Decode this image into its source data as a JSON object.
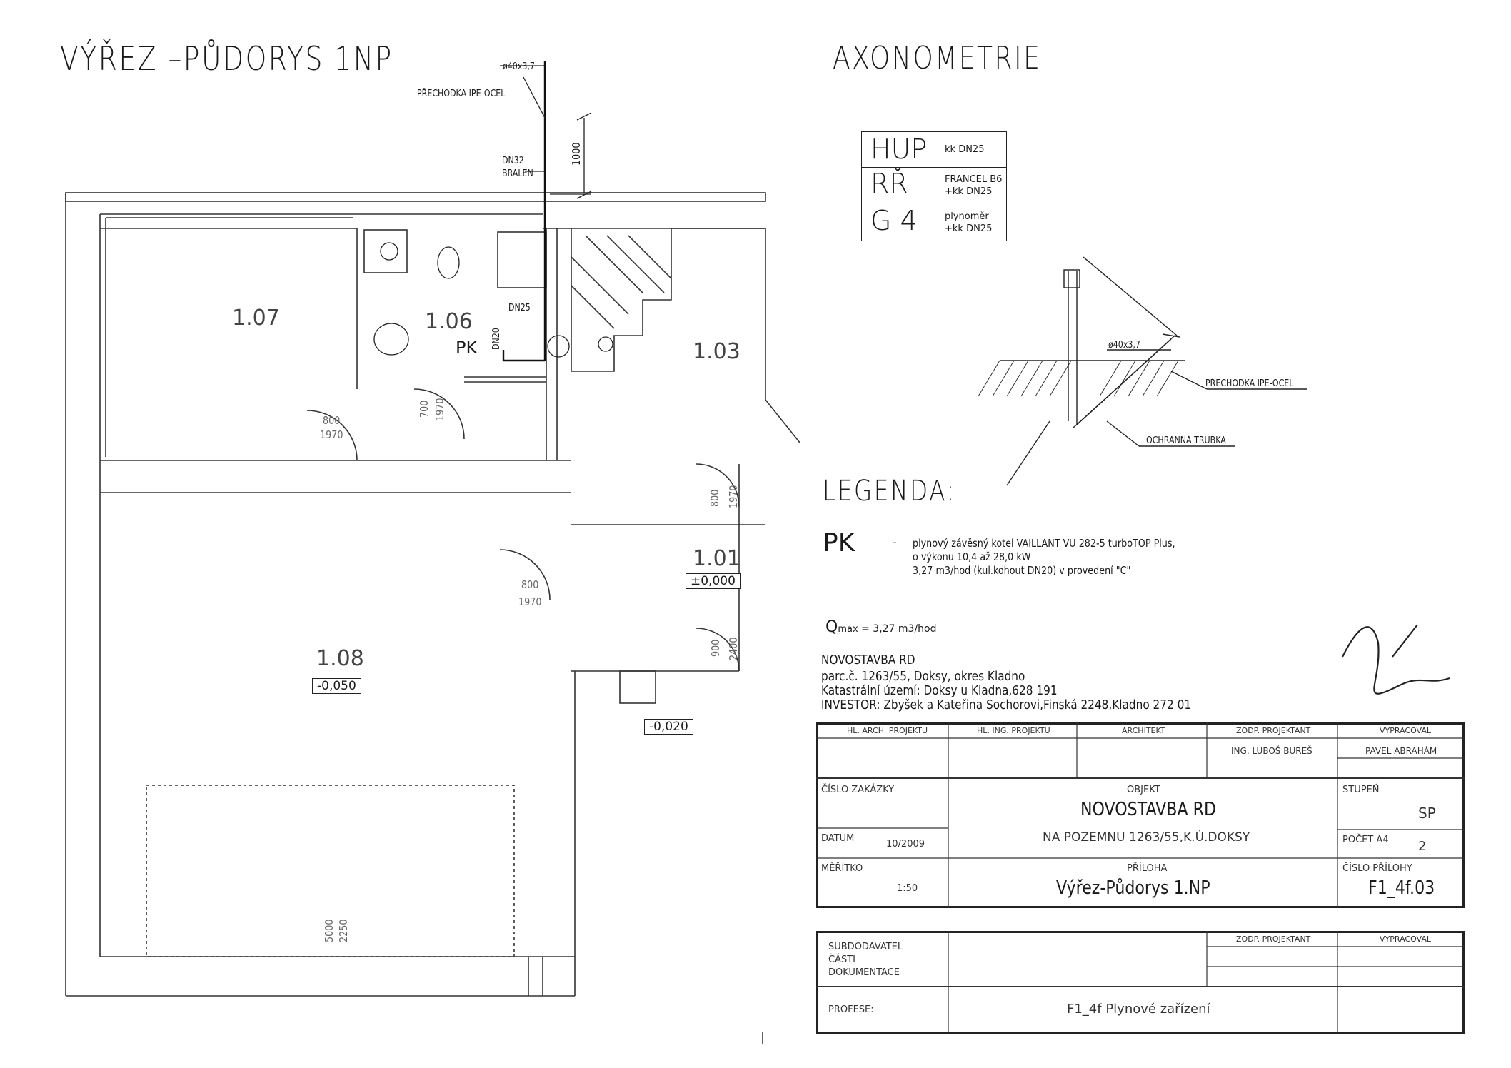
{
  "plan": {
    "title": "VÝŘEZ –PŮDORYS 1NP",
    "pipe_label": "ø40x3,7",
    "transition_label": "PŘECHODKA IPE-OCEL",
    "dn32": "DN32",
    "bralen": "BRALEN",
    "dim_1000": "1000",
    "dn25": "DN25",
    "dn20": "DN20",
    "pk": "PK",
    "rooms": {
      "r107": "1.07",
      "r106": "1.06",
      "r103": "1.03",
      "r101": "1.01",
      "r108": "1.08"
    },
    "doors": {
      "d1a": "800",
      "d1b": "1970",
      "d2a": "700",
      "d2b": "1970",
      "d3a": "800",
      "d3b": "1970",
      "d4a": "800",
      "d4b": "1970",
      "d5a": "900",
      "d5b": "2400",
      "d6a": "5000",
      "d6b": "2250"
    },
    "levels": {
      "l101": "±0,000",
      "l108": "-0,050",
      "lout": "-0,020"
    }
  },
  "axo": {
    "title": "AXONOMETRIE",
    "rows": [
      {
        "big": "HUP",
        "small1": "kk DN25",
        "small2": ""
      },
      {
        "big": "RŘ",
        "small1": "FRANCEL B6",
        "small2": "+kk DN25"
      },
      {
        "big": "G 4",
        "small1": "plynoměr",
        "small2": "+kk DN25"
      }
    ],
    "pipe_label": "ø40x3,7",
    "transition_label": "PŘECHODKA IPE-OCEL",
    "sleeve_label": "OCHRANNÁ TRUBKA"
  },
  "legend": {
    "title": "LEGENDA:",
    "pk": "PK",
    "dash": "-",
    "line1": "plynový závěsný kotel VAILLANT VU 282-5 turboTOP Plus,",
    "line2": "o výkonu 10,4 až 28,0 kW",
    "line3": "3,27 m3/hod (kul.kohout DN20) v provedení \"C\"",
    "qmax_q": "Q",
    "qmax_sub": "max",
    "qmax_val": " = 3,27 m3/hod"
  },
  "project": {
    "l1": "NOVOSTAVBA RD",
    "l2": "parc.č. 1263/55, Doksy, okres Kladno",
    "l3": "Katastrální území: Doksy u Kladna,628 191",
    "l4": "INVESTOR: Zbyšek a Kateřina Sochorovi,Finská 2248,Kladno 272 01"
  },
  "titleblock": {
    "h1": "HL. ARCH. PROJEKTU",
    "h2": "HL. ING. PROJEKTU",
    "h3": "ARCHITEKT",
    "h4": "ZODP. PROJEKTANT",
    "h5": "VYPRACOVAL",
    "v4": "ING. LUBOŠ BUREŠ",
    "v5": "PAVEL ABRAHÁM",
    "zakazka": "ČÍSLO ZAKÁZKY",
    "objekt_lbl": "OBJEKT",
    "objekt": "NOVOSTAVBA RD",
    "objekt2": "NA POZEMNU 1263/55,K.Ú.DOKSY",
    "stupen_lbl": "STUPEŇ",
    "stupen": "SP",
    "datum_lbl": "DATUM",
    "datum": "10/2009",
    "pocet_lbl": "POČET A4",
    "pocet": "2",
    "meritko_lbl": "MĚŘÍTKO",
    "meritko": "1:50",
    "priloha_lbl": "PŘÍLOHA",
    "priloha": "Výřez-Půdorys 1.NP",
    "cislo_lbl": "ČÍSLO PŘÍLOHY",
    "cislo": "F1_4f.03"
  },
  "subblock": {
    "sub1": "SUBDODAVATEL",
    "sub2": "ČÁSTI",
    "sub3": "DOKUMENTACE",
    "zodp": "ZODP. PROJEKTANT",
    "vyprac": "VYPRACOVAL",
    "profese_lbl": "PROFESE:",
    "profese": "F1_4f  Plynové zařízení"
  }
}
